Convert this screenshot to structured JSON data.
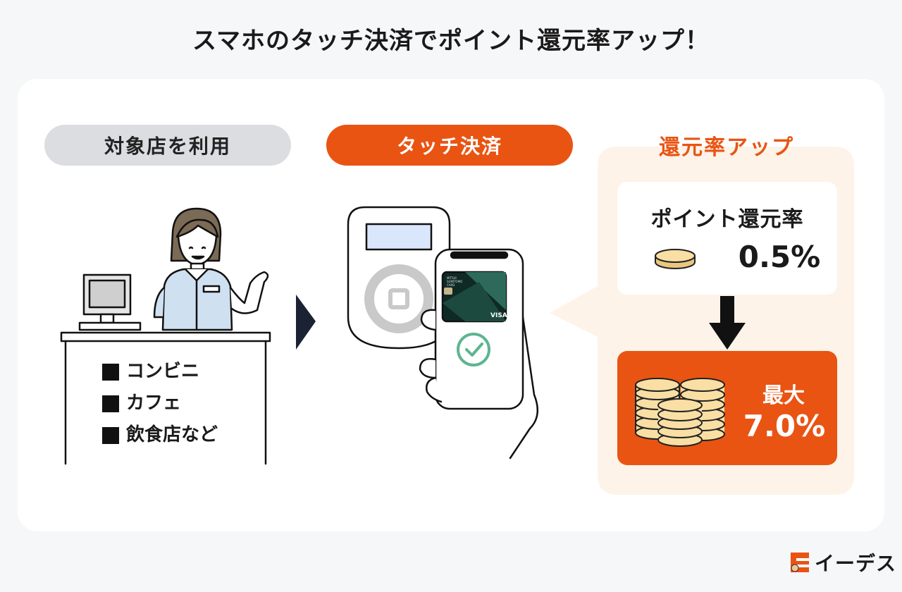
{
  "title": "スマホのタッチ決済でポイント還元率アップ！",
  "steps": {
    "step1": "対象店を利用",
    "step2": "タッチ決済",
    "step3": "還元率アップ"
  },
  "stores": [
    "コンビニ",
    "カフェ",
    "飲食店など"
  ],
  "rate": {
    "label": "ポイント還元率",
    "value": "0.5%"
  },
  "max": {
    "label": "最大",
    "value": "7.0%"
  },
  "card": {
    "line1": "MITSUI",
    "line2": "SUMITOMO",
    "line3": "CARD",
    "brand": "VISA"
  },
  "logo": "イーデス",
  "colors": {
    "accent": "#e95413",
    "soft_orange": "#fdf3e8",
    "gray_pill": "#dcdde1",
    "coin": "#f9dfa4"
  }
}
